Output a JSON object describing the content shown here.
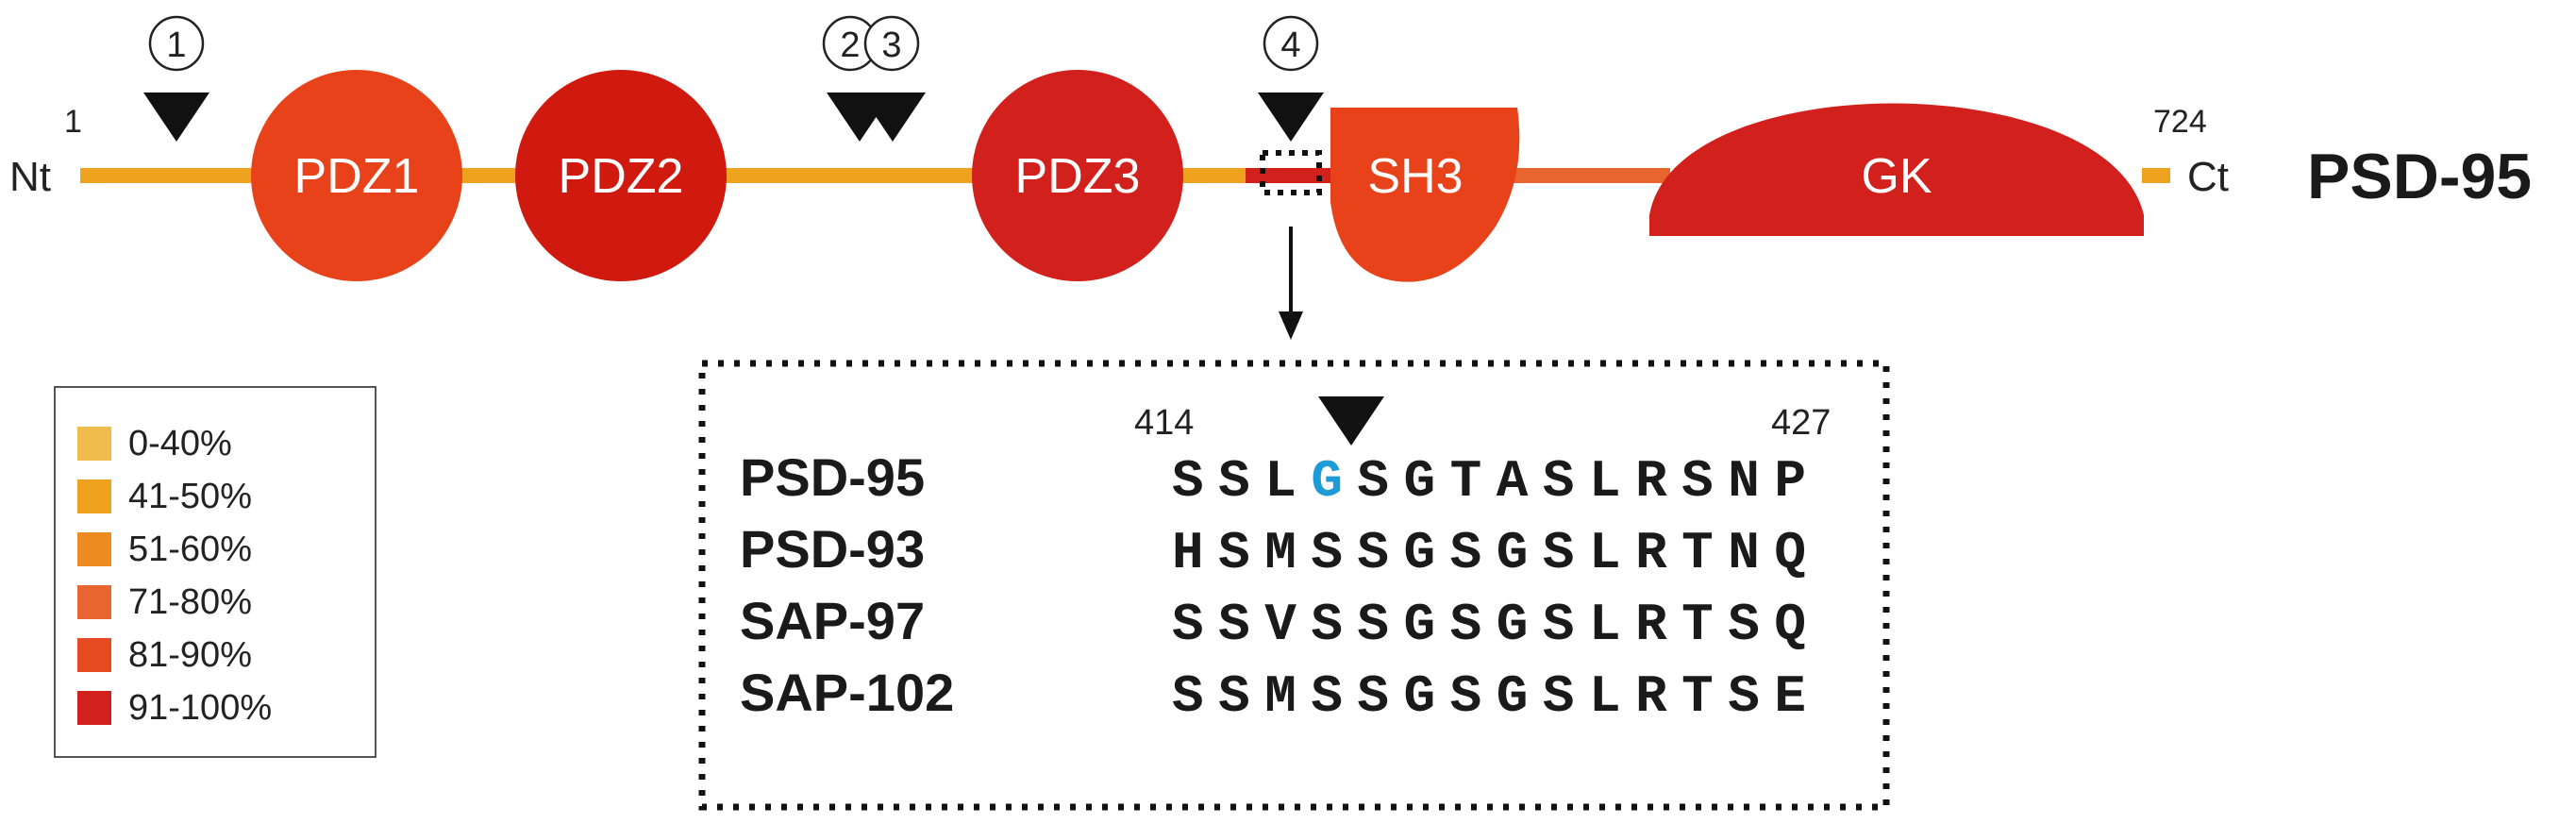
{
  "protein": {
    "name": "PSD-95",
    "n_terminus_label": "Nt",
    "c_terminus_label": "Ct",
    "start_residue": "1",
    "end_residue": "724"
  },
  "domains": {
    "pdz1": "PDZ1",
    "pdz2": "PDZ2",
    "pdz3": "PDZ3",
    "sh3": "SH3",
    "gk": "GK"
  },
  "sites": {
    "site1": "1",
    "site2": "2",
    "site3": "3",
    "site4": "4"
  },
  "legend": {
    "items": [
      {
        "label": "0-40%",
        "color": "#F0BC4E"
      },
      {
        "label": "41-50%",
        "color": "#EFA21D"
      },
      {
        "label": "51-60%",
        "color": "#EE8A22"
      },
      {
        "label": "71-80%",
        "color": "#E8652F"
      },
      {
        "label": "81-90%",
        "color": "#E54A21"
      },
      {
        "label": "91-100%",
        "color": "#D2201C"
      }
    ]
  },
  "alignment": {
    "start_residue": "414",
    "end_residue": "427",
    "highlight_color": "#1E9BD7",
    "rows": [
      {
        "name": "PSD-95",
        "pre": "SSL",
        "highlight": "G",
        "post": "SGTASLRSNP"
      },
      {
        "name": "PSD-93",
        "pre": "HSMSSGSGSLRTNQ",
        "highlight": "",
        "post": ""
      },
      {
        "name": "SAP-97",
        "pre": "SSVSSGSGSLRTSQ",
        "highlight": "",
        "post": ""
      },
      {
        "name": "SAP-102",
        "pre": "SSMSSGSGSLRTSE",
        "highlight": "",
        "post": ""
      }
    ]
  },
  "colors": {
    "linker_yellow": "#EFA21D",
    "linker_red": "#D2201C",
    "linker_orange": "#E8652F",
    "pdz1": "#E8421B",
    "pdz2": "#D01A10",
    "pdz3": "#D2201C",
    "sh3": "#E8421B",
    "gk": "#D2201C"
  }
}
